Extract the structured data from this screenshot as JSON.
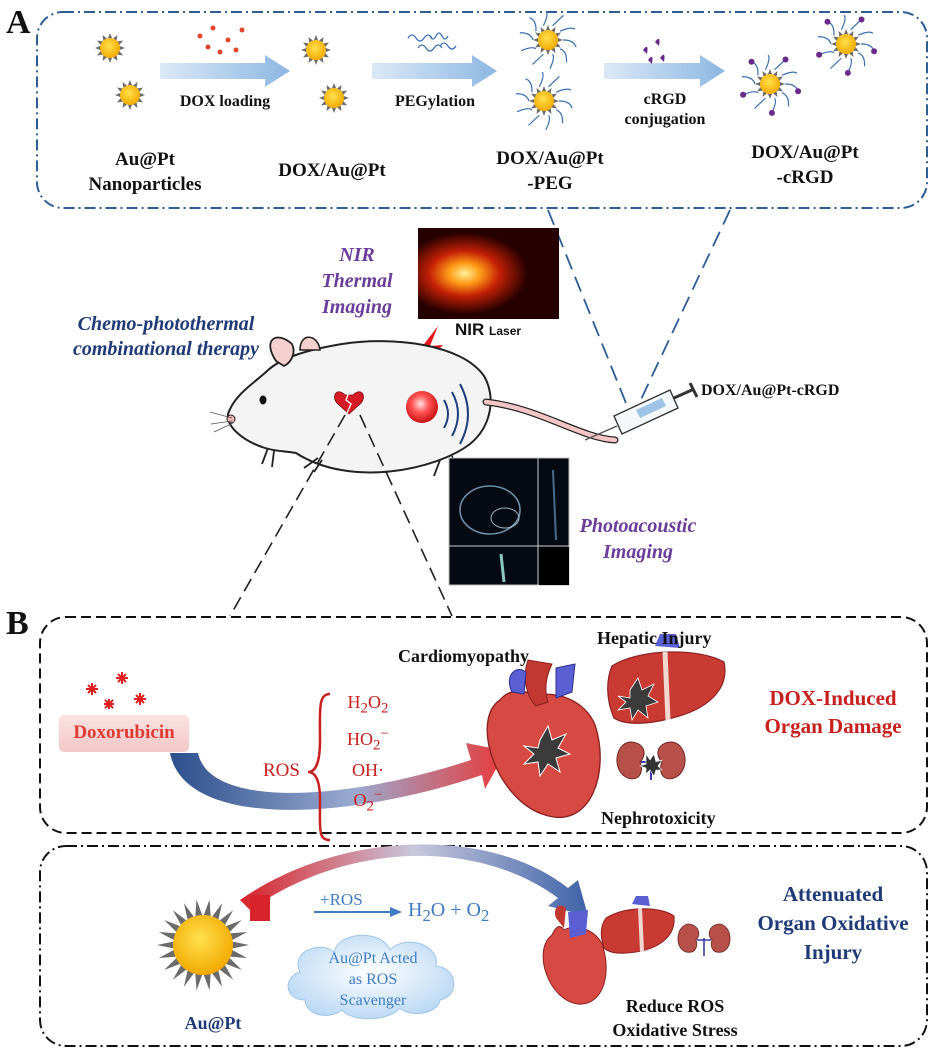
{
  "panels": {
    "a": "A",
    "b": "B"
  },
  "synthesis": {
    "steps": [
      {
        "label_lines": [
          "Au@Pt",
          "Nanoparticles"
        ]
      },
      {
        "label_lines": [
          "DOX/Au@Pt"
        ]
      },
      {
        "label_lines": [
          "DOX/Au@Pt",
          "-PEG"
        ]
      },
      {
        "label_lines": [
          "DOX/Au@Pt",
          "-cRGD"
        ]
      }
    ],
    "arrows": [
      {
        "label_lines": [
          "DOX loading"
        ]
      },
      {
        "label_lines": [
          "PEGylation"
        ]
      },
      {
        "label_lines": [
          "cRGD",
          "conjugation"
        ]
      }
    ]
  },
  "therapy": {
    "nir_imaging_lines": [
      "NIR",
      "Thermal",
      "Imaging"
    ],
    "nir_laser_main": "NIR",
    "nir_laser_sub": "Laser",
    "combo_lines": [
      "Chemo-photothermal",
      "combinational therapy"
    ],
    "injection": "DOX/Au@Pt-cRGD",
    "photoacoustic_lines": [
      "Photoacoustic",
      "Imaging"
    ]
  },
  "damage": {
    "drug": "Doxorubicin",
    "ros_label": "ROS",
    "ros_species": [
      {
        "base": "H",
        "sub1": "2",
        "mid": "O",
        "sub2": "2",
        "sup": ""
      },
      {
        "base": "HO",
        "sub1": "2",
        "mid": "",
        "sub2": "",
        "sup": "−"
      },
      {
        "base": "OH",
        "sub1": "",
        "mid": "·",
        "sub2": "",
        "sup": ""
      },
      {
        "base": "O",
        "sub1": "2",
        "mid": "",
        "sub2": "",
        "sup": "−"
      }
    ],
    "organs": {
      "heart": "Cardiomyopathy",
      "liver": "Hepatic Injury",
      "kidney": "Nephrotoxicity"
    },
    "title_lines": [
      "DOX-Induced",
      "Organ Damage"
    ]
  },
  "protection": {
    "nanoparticle": "Au@Pt",
    "reaction_plus": "+ROS",
    "reaction_product": {
      "a": "H",
      "a_sub": "2",
      "b": "O + O",
      "b_sub": "2"
    },
    "cloud_lines": [
      "Au@Pt Acted",
      "as ROS",
      "Scavenger"
    ],
    "reduce_lines": [
      "Reduce ROS",
      "Oxidative Stress"
    ],
    "title_lines": [
      "Attenuated",
      "Organ Oxidative",
      "Injury"
    ]
  },
  "colors": {
    "frame_blue": "#2e5d93",
    "arrow_blue": "#9fc3e6",
    "gold": "#f6b700",
    "spike": "#6b6b6b",
    "red": "#c81f1f",
    "navy": "#1f3a77",
    "purple": "#6a3d9a"
  }
}
